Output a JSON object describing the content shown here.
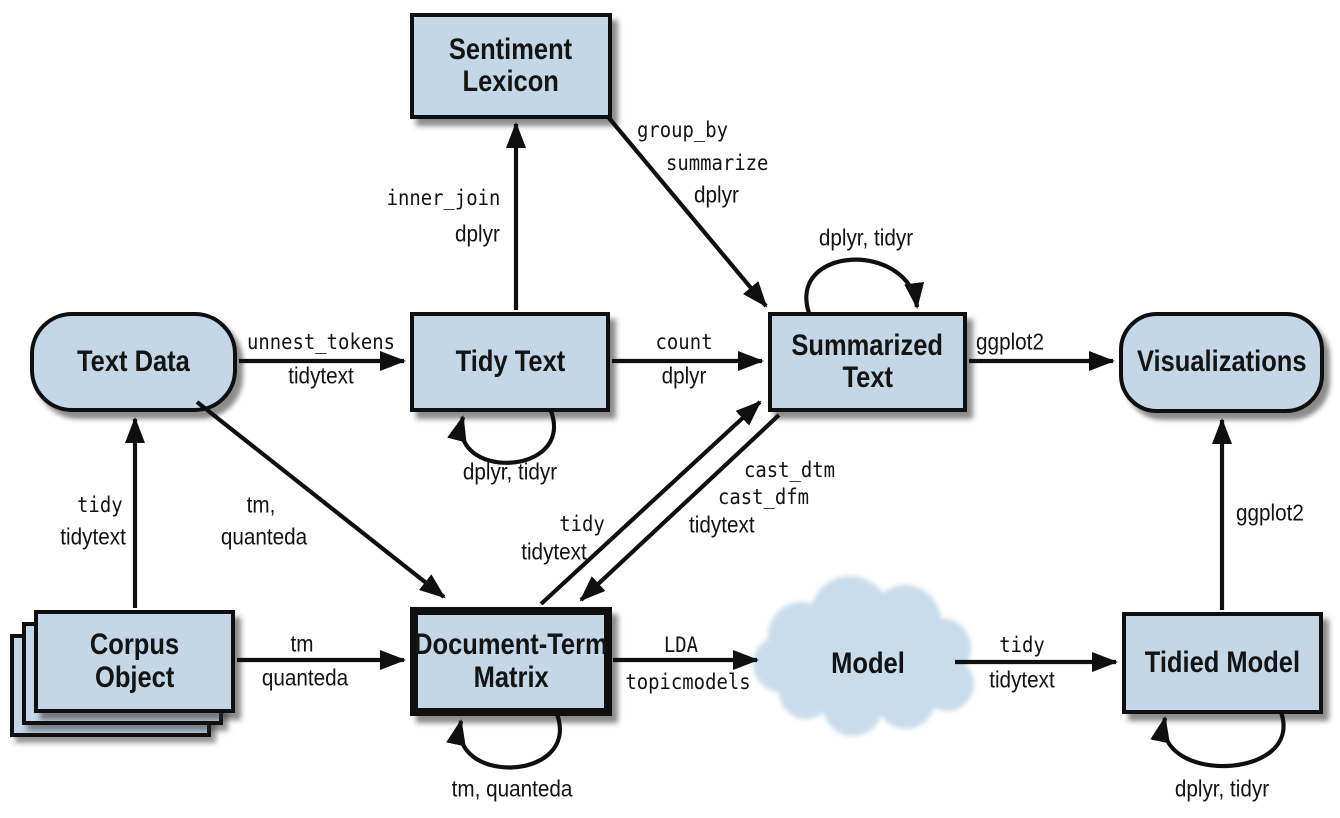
{
  "colors": {
    "background": "#ffffff",
    "node_fill": "#c3d7e8",
    "node_border": "#0f0f0f",
    "cloud_fill": "#c9dcec",
    "arrow": "#0f0f0f",
    "text": "#131313"
  },
  "nodes": {
    "sentiment_lexicon": {
      "line1": "Sentiment",
      "line2": "Lexicon"
    },
    "text_data": {
      "line1": "Text Data"
    },
    "tidy_text": {
      "line1": "Tidy Text"
    },
    "summarized_text": {
      "line1": "Summarized",
      "line2": "Text"
    },
    "visualizations": {
      "line1": "Visualizations"
    },
    "corpus_object": {
      "line1": "Corpus",
      "line2": "Object"
    },
    "document_term_matrix": {
      "line1": "Document-Term",
      "line2": "Matrix"
    },
    "model": {
      "line1": "Model"
    },
    "tidied_model": {
      "line1": "Tidied Model"
    }
  },
  "edges": {
    "text_data_to_tidy_text": {
      "fn": "unnest_tokens",
      "pkg": "tidytext"
    },
    "tidy_text_to_summarized": {
      "fn": "count",
      "pkg": "dplyr"
    },
    "summarized_to_visualizations": {
      "pkg": "ggplot2"
    },
    "tidy_text_to_lexicon": {
      "fn": "inner_join",
      "pkg": "dplyr"
    },
    "lexicon_to_summarized": {
      "fn1": "group_by",
      "fn2": "summarize",
      "pkg": "dplyr"
    },
    "corpus_to_text_data": {
      "fn": "tidy",
      "pkg": "tidytext"
    },
    "text_data_to_dtm": {
      "pkg1": "tm,",
      "pkg2": "quanteda"
    },
    "corpus_to_dtm": {
      "pkg1": "tm",
      "pkg2": "quanteda"
    },
    "dtm_to_summarized": {
      "fn": "tidy",
      "pkg": "tidytext"
    },
    "summarized_to_dtm": {
      "fn1": "cast_dtm",
      "fn2": "cast_dfm",
      "pkg": "tidytext"
    },
    "dtm_to_model": {
      "fn": "LDA",
      "pkg": "topicmodels"
    },
    "model_to_tidied": {
      "fn": "tidy",
      "pkg": "tidytext"
    },
    "tidied_to_visualizations": {
      "pkg": "ggplot2"
    }
  },
  "self_loops": {
    "tidy_text": "dplyr, tidyr",
    "summarized_text": "dplyr, tidyr",
    "document_term_matrix": "tm, quanteda",
    "tidied_model": "dplyr, tidyr"
  }
}
